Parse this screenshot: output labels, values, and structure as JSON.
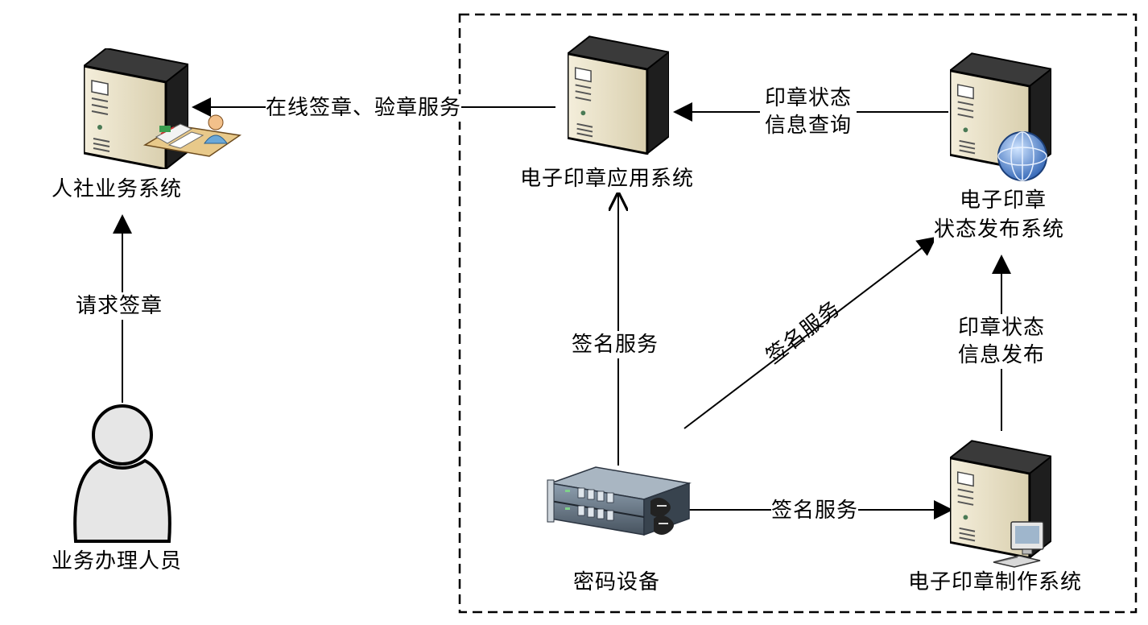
{
  "nodes": {
    "hr_system": "人社业务系统",
    "app_system": "电子印章应用系统",
    "status_pub_line1": "电子印章",
    "status_pub_line2": "状态发布系统",
    "operator": "业务办理人员",
    "crypto_device": "密码设备",
    "make_system": "电子印章制作系统"
  },
  "edges": {
    "online_sign": "在线签章、验章服务",
    "status_query_line1": "印章状态",
    "status_query_line2": "信息查询",
    "request_sign": "请求签章",
    "sign_service_up": "签名服务",
    "sign_service_diag": "签名服务",
    "status_publish_line1": "印章状态",
    "status_publish_line2": "信息发布",
    "sign_service_right": "签名服务"
  },
  "icons": {
    "server": "server-tower-icon",
    "globe": "globe-icon",
    "computer": "desktop-computer-icon",
    "person": "person-icon",
    "crypto": "rack-device-icon",
    "workstation": "operator-desk-icon"
  },
  "colors": {
    "server_face": "#e9e1c6",
    "server_side": "#1e1e1e",
    "line": "#000000",
    "person": "#e6e6e6",
    "rack": "#5e6e7c"
  }
}
